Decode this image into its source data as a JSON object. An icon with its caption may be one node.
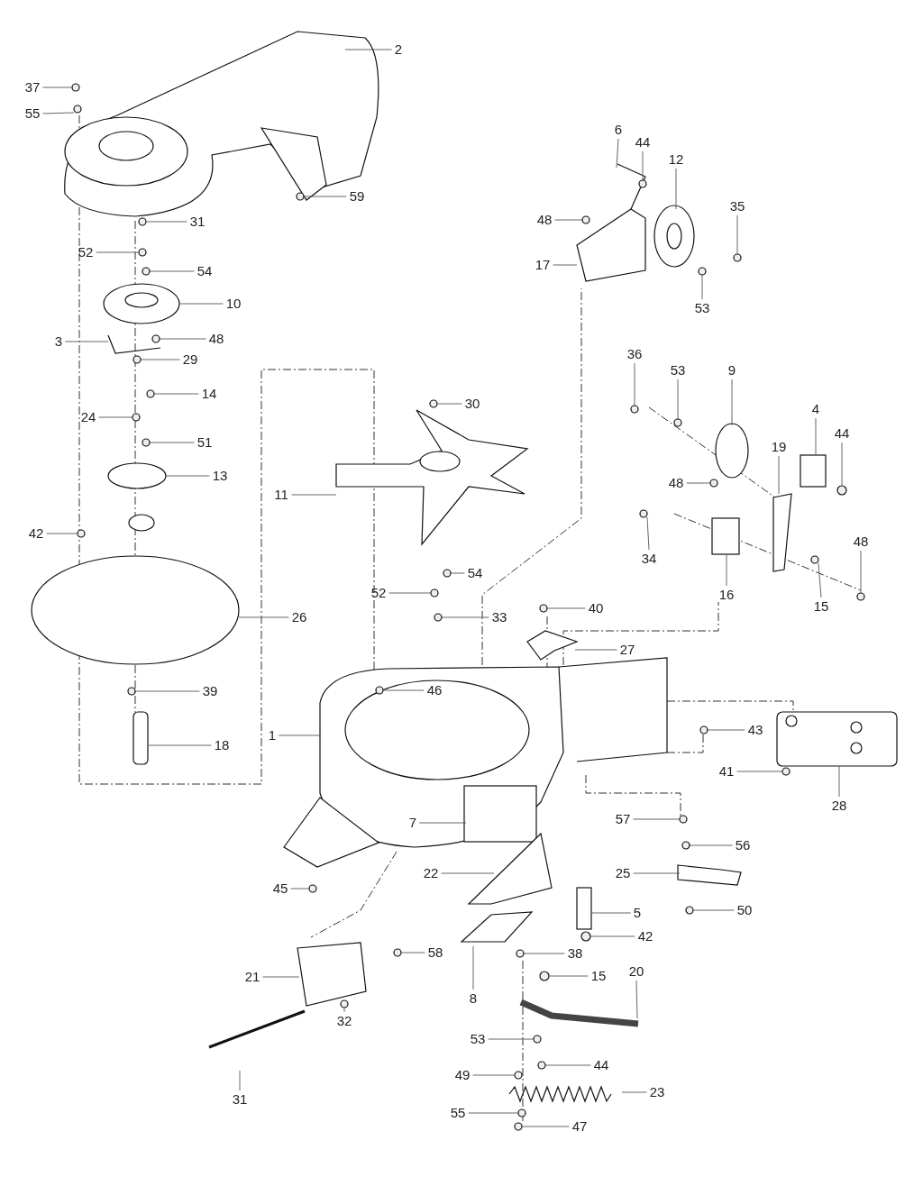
{
  "diagram": {
    "nodes": [
      {
        "text": [
          "2"
        ]
      },
      {
        "text": [
          "37"
        ]
      },
      {
        "text": [
          "55"
        ]
      },
      {
        "text": [
          "6"
        ]
      },
      {
        "text": [
          "44"
        ]
      },
      {
        "text": [
          "12"
        ]
      },
      {
        "text": [
          "59"
        ]
      },
      {
        "text": [
          "48"
        ]
      },
      {
        "text": [
          "31"
        ]
      },
      {
        "text": [
          "35"
        ]
      },
      {
        "text": [
          "52"
        ]
      },
      {
        "text": [
          "17"
        ]
      },
      {
        "text": [
          "54"
        ]
      },
      {
        "text": [
          "10"
        ]
      },
      {
        "text": [
          "53"
        ]
      },
      {
        "text": [
          "48"
        ]
      },
      {
        "text": [
          "3"
        ]
      },
      {
        "text": [
          "36"
        ]
      },
      {
        "text": [
          "29"
        ]
      },
      {
        "text": [
          "53"
        ]
      },
      {
        "text": [
          "9"
        ]
      },
      {
        "text": [
          "14"
        ]
      },
      {
        "text": [
          "30"
        ]
      },
      {
        "text": [
          "4"
        ]
      },
      {
        "text": [
          "24"
        ]
      },
      {
        "text": [
          "44"
        ]
      },
      {
        "text": [
          "51"
        ]
      },
      {
        "text": [
          "19"
        ]
      },
      {
        "text": [
          "13"
        ]
      },
      {
        "text": [
          "48"
        ]
      },
      {
        "text": [
          "11"
        ]
      },
      {
        "text": [
          "42"
        ]
      },
      {
        "text": [
          "48"
        ]
      },
      {
        "text": [
          "34"
        ]
      },
      {
        "text": [
          "54"
        ]
      },
      {
        "text": [
          "52"
        ]
      },
      {
        "text": [
          "16"
        ]
      },
      {
        "text": [
          "15"
        ]
      },
      {
        "text": [
          "40"
        ]
      },
      {
        "text": [
          "26"
        ]
      },
      {
        "text": [
          "33"
        ]
      },
      {
        "text": [
          "27"
        ]
      },
      {
        "text": [
          "39"
        ]
      },
      {
        "text": [
          "46"
        ]
      },
      {
        "text": [
          "43"
        ]
      },
      {
        "text": [
          "1"
        ]
      },
      {
        "text": [
          "18"
        ]
      },
      {
        "text": [
          "41"
        ]
      },
      {
        "text": [
          "28"
        ]
      },
      {
        "text": [
          "57"
        ]
      },
      {
        "text": [
          "7"
        ]
      },
      {
        "text": [
          "56"
        ]
      },
      {
        "text": [
          "25"
        ]
      },
      {
        "text": [
          "22"
        ]
      },
      {
        "text": [
          "45"
        ]
      },
      {
        "text": [
          "50"
        ]
      },
      {
        "text": [
          "5"
        ]
      },
      {
        "text": [
          "42"
        ]
      },
      {
        "text": [
          "58"
        ]
      },
      {
        "text": [
          "38"
        ]
      },
      {
        "text": [
          "15"
        ]
      },
      {
        "text": [
          "20"
        ]
      },
      {
        "text": [
          "21"
        ]
      },
      {
        "text": [
          "8"
        ]
      },
      {
        "text": [
          "32"
        ]
      },
      {
        "text": [
          "53"
        ]
      },
      {
        "text": [
          "44"
        ]
      },
      {
        "text": [
          "49"
        ]
      },
      {
        "text": [
          "23"
        ]
      },
      {
        "text": [
          "31"
        ]
      },
      {
        "text": [
          "55"
        ]
      },
      {
        "text": [
          "47"
        ]
      },
      {
        "text": [],
        "shape": "circle"
      },
      {
        "text": [],
        "shape": "circle"
      },
      {
        "text": [],
        "shape": "box"
      },
      {
        "text": [],
        "shape": "circle"
      }
    ],
    "edges": [
      {
        "from": 0,
        "to": null,
        "arrow": "none"
      },
      {
        "from": 1,
        "to": null,
        "arrow": "none"
      },
      {
        "from": 2,
        "to": null,
        "arrow": "none"
      },
      {
        "from": 3,
        "to": null,
        "arrow": "none"
      },
      {
        "from": 4,
        "to": null,
        "arrow": "none"
      },
      {
        "from": 5,
        "to": null,
        "arrow": "none"
      },
      {
        "from": 6,
        "to": null,
        "arrow": "none"
      },
      {
        "from": 7,
        "to": null,
        "arrow": "none"
      },
      {
        "from": 8,
        "to": null,
        "arrow": "none"
      },
      {
        "from": 9,
        "to": null,
        "arrow": "none"
      },
      {
        "from": 10,
        "to": null,
        "arrow": "none"
      },
      {
        "from": 11,
        "to": null,
        "arrow": "none"
      },
      {
        "from": 12,
        "to": null,
        "arrow": "none"
      },
      {
        "from": 13,
        "to": null,
        "arrow": "none"
      },
      {
        "from": 14,
        "to": null,
        "arrow": "none"
      },
      {
        "from": 15,
        "to": null,
        "arrow": "none"
      },
      {
        "from": 16,
        "to": null,
        "arrow": "none"
      },
      {
        "from": 17,
        "to": null,
        "arrow": "none"
      },
      {
        "from": 18,
        "to": null,
        "arrow": "none"
      },
      {
        "from": 19,
        "to": null,
        "arrow": "none"
      },
      {
        "from": 20,
        "to": null,
        "arrow": "none"
      },
      {
        "from": 21,
        "to": null,
        "arrow": "none"
      },
      {
        "from": 22,
        "to": null,
        "arrow": "none"
      },
      {
        "from": 23,
        "to": 74,
        "arrow": "none"
      },
      {
        "from": 24,
        "to": null,
        "arrow": "none"
      },
      {
        "from": 25,
        "to": 75,
        "arrow": "none"
      },
      {
        "from": 26,
        "to": null,
        "arrow": "none"
      },
      {
        "from": 27,
        "to": null,
        "arrow": "none"
      },
      {
        "from": 28,
        "to": null,
        "arrow": "none"
      },
      {
        "from": 29,
        "to": null,
        "arrow": "none"
      },
      {
        "from": 30,
        "to": null,
        "arrow": "none"
      },
      {
        "from": 31,
        "to": null,
        "arrow": "none"
      },
      {
        "from": 32,
        "to": null,
        "arrow": "none"
      },
      {
        "from": 33,
        "to": null,
        "arrow": "none"
      },
      {
        "from": 34,
        "to": null,
        "arrow": "none"
      },
      {
        "from": 35,
        "to": null,
        "arrow": "none"
      },
      {
        "from": 36,
        "to": null,
        "arrow": "none"
      },
      {
        "from": 37,
        "to": null,
        "arrow": "none"
      },
      {
        "from": 38,
        "to": null,
        "arrow": "none"
      },
      {
        "from": 39,
        "to": null,
        "arrow": "none"
      },
      {
        "from": 40,
        "to": null,
        "arrow": "none"
      },
      {
        "from": 41,
        "to": null,
        "arrow": "none"
      },
      {
        "from": 42,
        "to": null,
        "arrow": "none"
      },
      {
        "from": 43,
        "to": null,
        "arrow": "none"
      },
      {
        "from": 44,
        "to": null,
        "arrow": "none"
      },
      {
        "from": 45,
        "to": null,
        "arrow": "none"
      },
      {
        "from": 46,
        "to": null,
        "arrow": "none"
      },
      {
        "from": 47,
        "to": null,
        "arrow": "none"
      },
      {
        "from": 48,
        "to": null,
        "arrow": "none"
      },
      {
        "from": 49,
        "to": null,
        "arrow": "none"
      },
      {
        "from": 50,
        "to": null,
        "arrow": "none"
      },
      {
        "from": 51,
        "to": null,
        "arrow": "none"
      },
      {
        "from": 52,
        "to": null,
        "arrow": "none"
      },
      {
        "from": 53,
        "to": null,
        "arrow": "none"
      },
      {
        "from": 54,
        "to": null,
        "arrow": "none"
      },
      {
        "from": 55,
        "to": null,
        "arrow": "none"
      },
      {
        "from": 56,
        "to": null,
        "arrow": "none"
      },
      {
        "from": 57,
        "to": 72,
        "arrow": "none"
      },
      {
        "from": 58,
        "to": null,
        "arrow": "none"
      },
      {
        "from": 59,
        "to": null,
        "arrow": "none"
      },
      {
        "from": 60,
        "to": 73,
        "arrow": "none"
      },
      {
        "from": 61,
        "to": null,
        "arrow": "none"
      },
      {
        "from": 62,
        "to": null,
        "arrow": "none"
      },
      {
        "from": 63,
        "to": null,
        "arrow": "none"
      },
      {
        "from": 64,
        "to": null,
        "arrow": "none"
      },
      {
        "from": 65,
        "to": null,
        "arrow": "none"
      },
      {
        "from": 66,
        "to": null,
        "arrow": "none"
      },
      {
        "from": 67,
        "to": null,
        "arrow": "none"
      },
      {
        "from": 68,
        "to": null,
        "arrow": "none"
      },
      {
        "from": 69,
        "to": null,
        "arrow": "none"
      },
      {
        "from": 70,
        "to": null,
        "arrow": "none"
      },
      {
        "from": 71,
        "to": null,
        "arrow": "none"
      }
    ]
  }
}
